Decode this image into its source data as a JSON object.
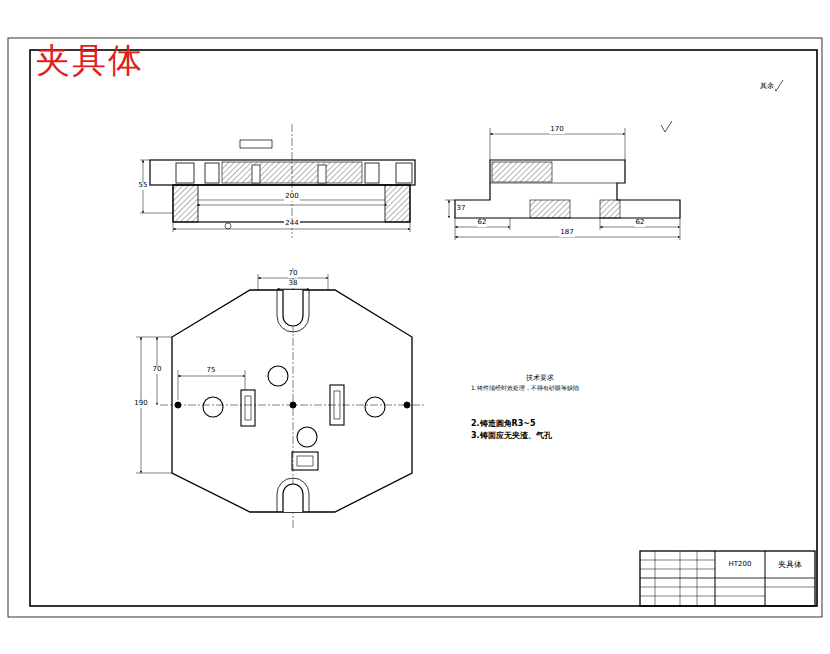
{
  "diagram": {
    "title": "夹具体",
    "labels": [
      "其余",
      "200",
      "244",
      "55",
      "170",
      "187",
      "62",
      "62",
      "37",
      "70",
      "38",
      "190",
      "70",
      "75",
      "技术要求",
      "1.铸件须经时效处理，不得有砂眼等缺陷",
      "2.铸造圆角R3~5",
      "3.铸面应无夹渣、气孔",
      "HT200",
      "夹具体"
    ]
  }
}
